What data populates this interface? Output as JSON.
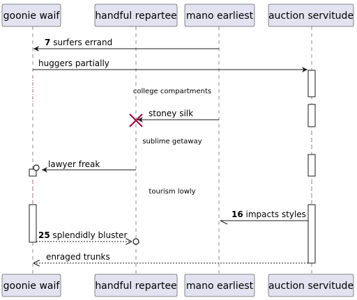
{
  "participants": [
    {
      "id": "gw",
      "label": "goonie waif"
    },
    {
      "id": "hr",
      "label": "handful repartee"
    },
    {
      "id": "me",
      "label": "mano earliest"
    },
    {
      "id": "as",
      "label": "auction servitude"
    }
  ],
  "messages": [
    {
      "id": "m1",
      "num": "7",
      "text": "surfers errand"
    },
    {
      "id": "m2",
      "num": "",
      "text": "huggers partially"
    },
    {
      "id": "m3",
      "num": "",
      "text": "stoney silk"
    },
    {
      "id": "m4",
      "num": "",
      "text": "lawyer freak"
    },
    {
      "id": "m5",
      "num": "16",
      "text": "impacts styles"
    },
    {
      "id": "m6",
      "num": "25",
      "text": "splendidly bluster"
    },
    {
      "id": "m7",
      "num": "",
      "text": "enraged trunks"
    }
  ],
  "dividers": {
    "d1": "college compartments",
    "d2": "sublime getaway",
    "d3": "tourism lowly"
  },
  "colors": {
    "participant_fill": "#e2e2f0",
    "line": "#181818",
    "destroy_mark": "#a80036"
  }
}
